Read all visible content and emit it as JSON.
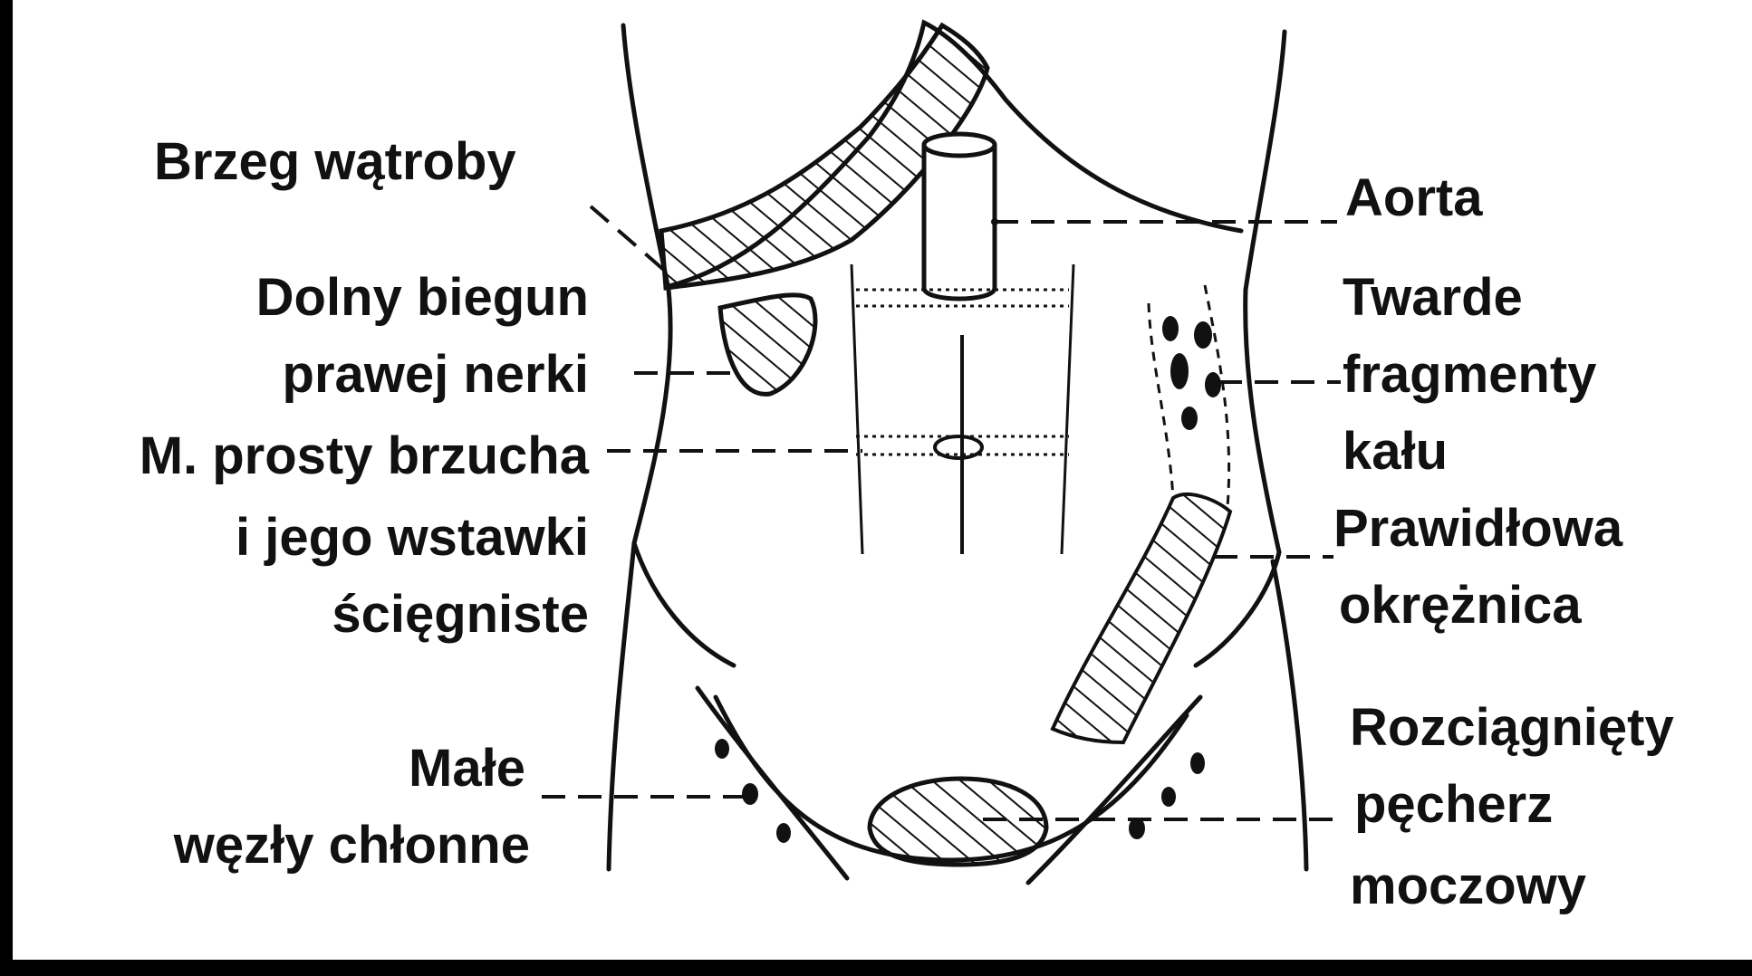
{
  "colors": {
    "background": "#ffffff",
    "ink": "#111111",
    "frame": "#000000"
  },
  "labels": {
    "brzeg_watroby": "Brzeg wątroby",
    "dolny_biegun_1": "Dolny biegun",
    "dolny_biegun_2": "prawej nerki",
    "miesien_1": "M. prosty brzucha",
    "miesien_2": "i jego wstawki",
    "miesien_3": "ścięgniste",
    "wezly_1": "Małe",
    "wezly_2": "węzły chłonne",
    "aorta": "Aorta",
    "twarde_1": "Twarde",
    "twarde_2": "fragmenty",
    "twarde_3": "kału",
    "okreznica_1": "Prawidłowa",
    "okreznica_2": "okrężnica",
    "pecherz_1": "Rozciągnięty",
    "pecherz_2": "pęcherz",
    "pecherz_3": "moczowy"
  }
}
